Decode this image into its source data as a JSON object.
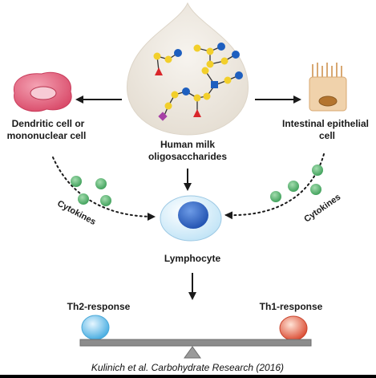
{
  "nodes": {
    "hmo_label_line1": "Human milk",
    "hmo_label_line2": "oligosaccharides",
    "dendritic_label_line1": "Dendritic cell or",
    "dendritic_label_line2": "mononuclear cell",
    "epithelial_label_line1": "Intestinal epithelial",
    "epithelial_label_line2": "cell",
    "lymphocyte_label": "Lymphocyte",
    "cytokines_left": "Cytokines",
    "cytokines_right": "Cytokines",
    "th2_label": "Th2-response",
    "th1_label": "Th1-response"
  },
  "caption": "Kulinich et al. Carbohydrate Research (2016)",
  "colors": {
    "background": "#ffffff",
    "drop": "#ece7df",
    "glycan_yellow": "#f2cf2b",
    "glycan_blue": "#1e5fbf",
    "glycan_red": "#d9262a",
    "glycan_purple": "#a640a6",
    "dendritic_pink": "#e05a76",
    "epithelial_tan": "#e9c49a",
    "lymphocyte_blue": "#2f67c9",
    "cytokine_green": "#4fb36a",
    "th2_blue": "#6fc3ee",
    "th1_red": "#e45b3a",
    "balance_gray": "#8c8c8c"
  }
}
